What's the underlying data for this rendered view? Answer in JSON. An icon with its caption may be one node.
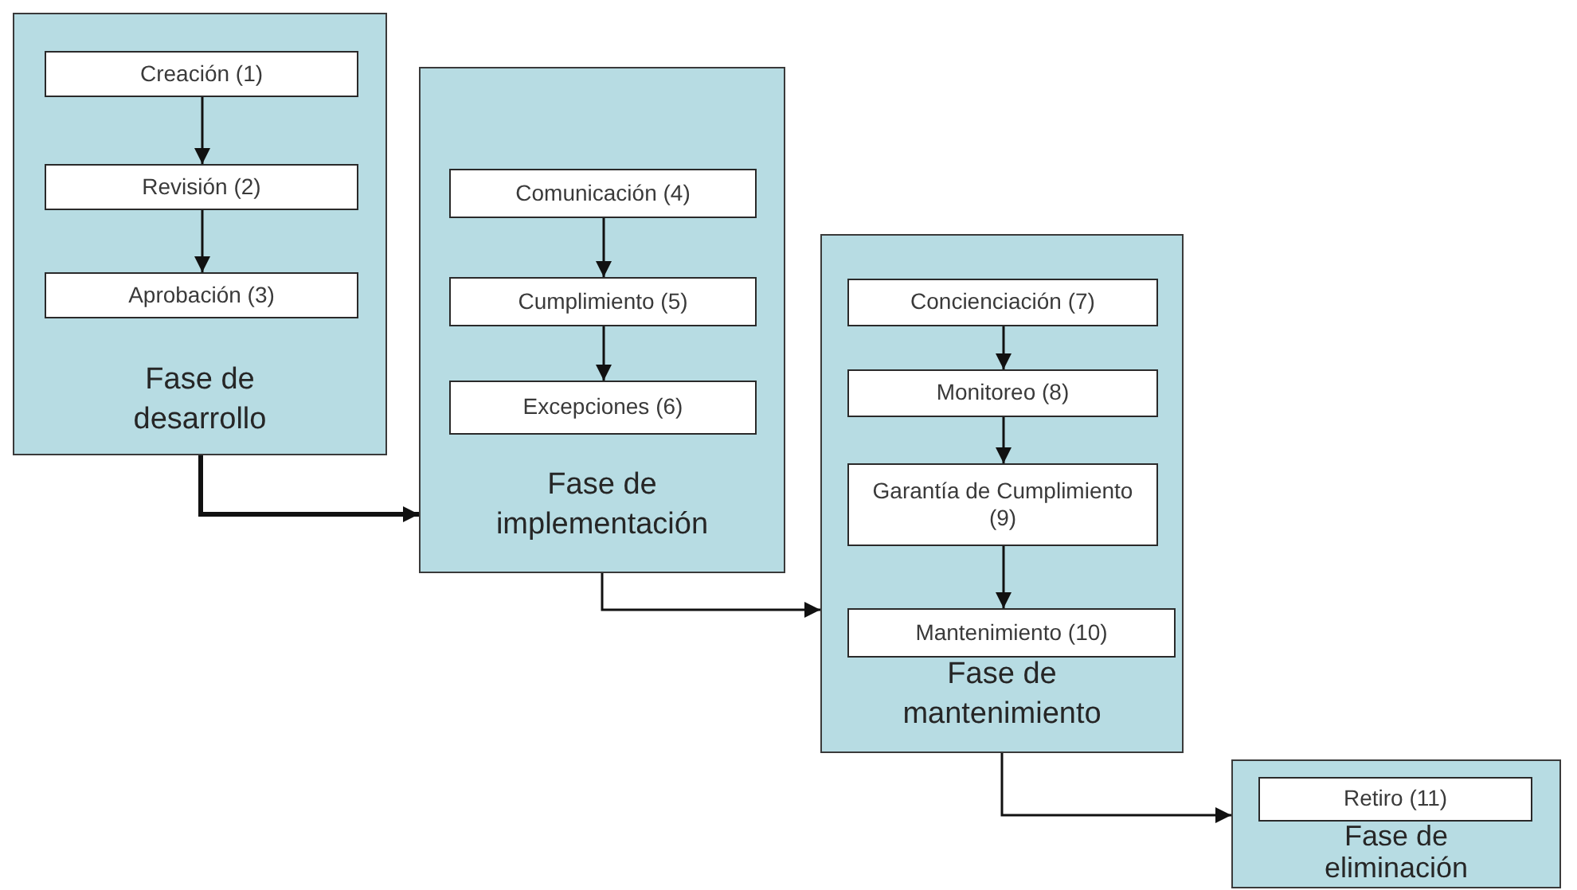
{
  "diagram": {
    "nodes": [
      {
        "text": [
          "Fase de desarrollo"
        ]
      },
      {
        "text": [
          "Creación (1)"
        ],
        "in": 0
      },
      {
        "text": [
          "Revisión (2)"
        ],
        "in": 0
      },
      {
        "text": [
          "Aprobación (3)"
        ],
        "in": 0
      },
      {
        "text": [
          "Fase de implementación"
        ]
      },
      {
        "text": [
          "Comunicación (4)"
        ],
        "in": 4
      },
      {
        "text": [
          "Cumplimiento (5)"
        ],
        "in": 4
      },
      {
        "text": [
          "Excepciones (6)"
        ],
        "in": 4
      },
      {
        "text": [
          "Fase de mantenimiento"
        ]
      },
      {
        "text": [
          "Concienciación (7)"
        ],
        "in": 8
      },
      {
        "text": [
          "Monitoreo (8)"
        ],
        "in": 8
      },
      {
        "text": [
          "Garantía de Cumplimiento (9)"
        ],
        "in": 8
      },
      {
        "text": [
          "Mantenimiento (10)"
        ],
        "in": 8
      },
      {
        "text": [
          "Fase de eliminación"
        ]
      },
      {
        "text": [
          "Retiro (11)"
        ],
        "in": 13
      }
    ],
    "edges": [
      {
        "from": 1,
        "to": 2,
        "arrow": "to"
      },
      {
        "from": 2,
        "to": 3,
        "arrow": "to"
      },
      {
        "from": 5,
        "to": 6,
        "arrow": "to"
      },
      {
        "from": 6,
        "to": 7,
        "arrow": "to"
      },
      {
        "from": 9,
        "to": 10,
        "arrow": "to"
      },
      {
        "from": 10,
        "to": 11,
        "arrow": "to"
      },
      {
        "from": 11,
        "to": 12,
        "arrow": "to"
      },
      {
        "from": 0,
        "to": 4,
        "arrow": "to",
        "style": "thick"
      },
      {
        "from": 4,
        "to": 8,
        "arrow": "to"
      },
      {
        "from": 8,
        "to": 13,
        "arrow": "to"
      }
    ]
  }
}
